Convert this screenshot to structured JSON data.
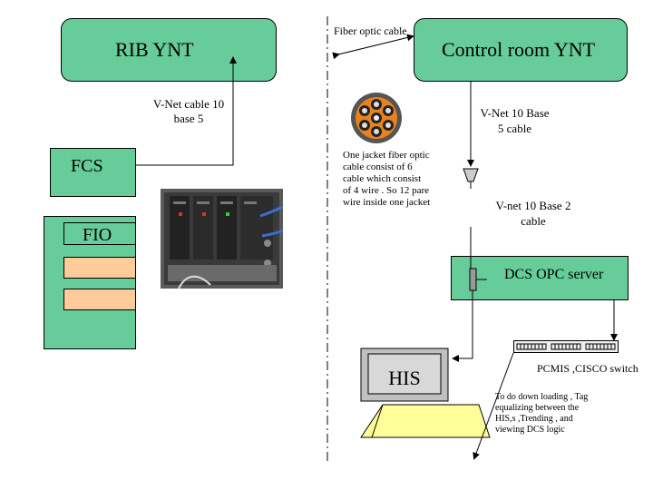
{
  "rib_box": {
    "label": "RIB YNT"
  },
  "control_box": {
    "label": "Control room YNT"
  },
  "fiber_label": "Fiber optic cable",
  "vnet_cable_label": [
    "V-Net cable 10",
    "base 5"
  ],
  "vnet_10base5_label": [
    "V-Net 10 Base",
    "5 cable"
  ],
  "fiber_jacket_desc": [
    "One jacket fiber optic",
    "cable consist of 6",
    "cable which consist",
    "of 4 wire . So 12 pare",
    "wire inside one jacket"
  ],
  "fcs_label": "FCS",
  "fio_label": "FIO",
  "vnet_10base2_label": [
    "V-net 10 Base 2",
    "cable"
  ],
  "dcs_label": "DCS OPC server",
  "switch_label": "PCMIS ,CISCO switch",
  "his_label": "HIS",
  "down_loading_desc": [
    "To do down loading , Tag",
    "equalizing  between the",
    "HIS,s ,Trending , and",
    "viewing DCS logic"
  ],
  "colors": {
    "box_green": "#66cc99",
    "his_yellow": "#ffff99",
    "monitor_gray": "#c0c0c0"
  }
}
